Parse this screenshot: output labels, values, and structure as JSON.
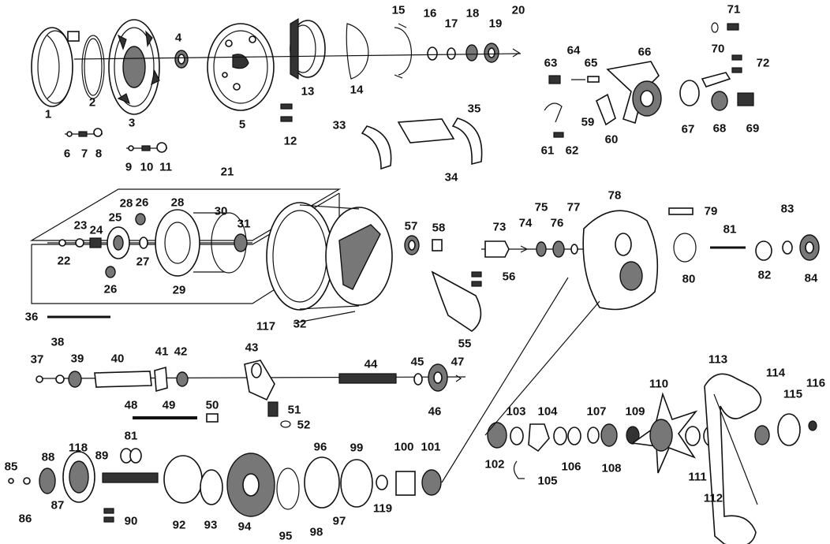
{
  "diagram": {
    "part_numbers": [
      "1",
      "2",
      "3",
      "4",
      "5",
      "6",
      "7",
      "8",
      "9",
      "10",
      "11",
      "12",
      "13",
      "14",
      "15",
      "16",
      "17",
      "18",
      "19",
      "20",
      "21",
      "22",
      "23",
      "24",
      "25",
      "26",
      "27",
      "28",
      "29",
      "30",
      "31",
      "32",
      "33",
      "34",
      "35",
      "36",
      "37",
      "38",
      "39",
      "40",
      "41",
      "42",
      "43",
      "44",
      "45",
      "46",
      "47",
      "48",
      "49",
      "50",
      "51",
      "52",
      "55",
      "56",
      "57",
      "58",
      "59",
      "60",
      "61",
      "62",
      "63",
      "64",
      "65",
      "66",
      "67",
      "68",
      "69",
      "70",
      "71",
      "72",
      "73",
      "74",
      "75",
      "76",
      "77",
      "78",
      "79",
      "80",
      "81",
      "82",
      "83",
      "84",
      "85",
      "86",
      "87",
      "88",
      "89",
      "90",
      "92",
      "93",
      "94",
      "95",
      "96",
      "97",
      "98",
      "99",
      "100",
      "101",
      "102",
      "103",
      "104",
      "105",
      "106",
      "107",
      "108",
      "109",
      "110",
      "111",
      "112",
      "113",
      "114",
      "115",
      "116",
      "117",
      "118",
      "119"
    ],
    "extra_labels": [
      "26",
      "28",
      "81"
    ]
  }
}
